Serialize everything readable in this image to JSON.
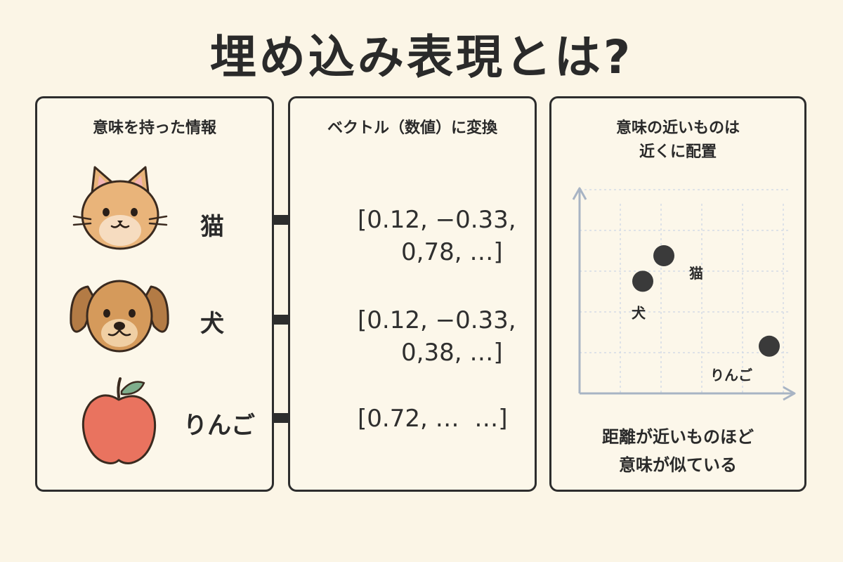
{
  "title": "埋め込み表現とは?",
  "panels": {
    "info": {
      "heading": "意味を持った情報"
    },
    "vector": {
      "heading": "ベクトル（数値）に変換"
    },
    "space": {
      "heading_lines": [
        "意味の近いものは",
        "近くに配置"
      ],
      "caption_lines": [
        "距離が近いものほど",
        "意味が似ている"
      ]
    }
  },
  "items": [
    {
      "icon": "cat-face-icon",
      "label": "猫",
      "vector_lines": [
        "[0.12, −0.33,",
        "0,78, …]"
      ]
    },
    {
      "icon": "dog-face-icon",
      "label": "犬",
      "vector_lines": [
        "[0.12, −0.33,",
        "0,38, …]"
      ]
    },
    {
      "icon": "apple-icon",
      "label": "りんご",
      "vector_lines": [
        "[0.72, …  …]"
      ]
    }
  ],
  "chart_data": {
    "type": "scatter",
    "title": "",
    "xlabel": "",
    "ylabel": "",
    "grid": true,
    "xlim": [
      0,
      10
    ],
    "ylim": [
      0,
      10
    ],
    "points": [
      {
        "label": "猫",
        "x": 4.0,
        "y": 7.0
      },
      {
        "label": "犬",
        "x": 3.0,
        "y": 5.7
      },
      {
        "label": "りんご",
        "x": 9.0,
        "y": 2.4
      }
    ]
  },
  "colors": {
    "background": "#fbf5e6",
    "border": "#2d2d2d",
    "cat": "#e9b47a",
    "dog": "#d59a5b",
    "apple": "#e9735f",
    "point": "#3a3a3a",
    "axis": "#a8b4c4"
  }
}
